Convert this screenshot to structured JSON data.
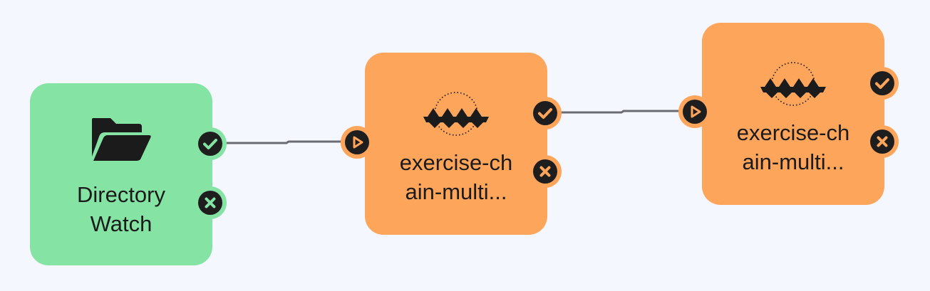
{
  "workflow": {
    "nodes": [
      {
        "id": "directory-watch",
        "label": "Directory\nWatch",
        "icon": "folder-open-icon",
        "color": "#85e3a4"
      },
      {
        "id": "fme-1",
        "label": "exercise-ch\nain-multi...",
        "icon": "fme-logo-icon",
        "color": "#fea55c"
      },
      {
        "id": "fme-2",
        "label": "exercise-ch\nain-multi...",
        "icon": "fme-logo-icon",
        "color": "#fea55c"
      }
    ],
    "connections": [
      {
        "from": "directory-watch",
        "from_port": "success",
        "to": "fme-1",
        "to_port": "input"
      },
      {
        "from": "fme-1",
        "from_port": "success",
        "to": "fme-2",
        "to_port": "input"
      }
    ],
    "colors": {
      "background": "#f4f7fd",
      "port_fill": "#1e1e1e",
      "connector": "#6b6b73"
    }
  }
}
